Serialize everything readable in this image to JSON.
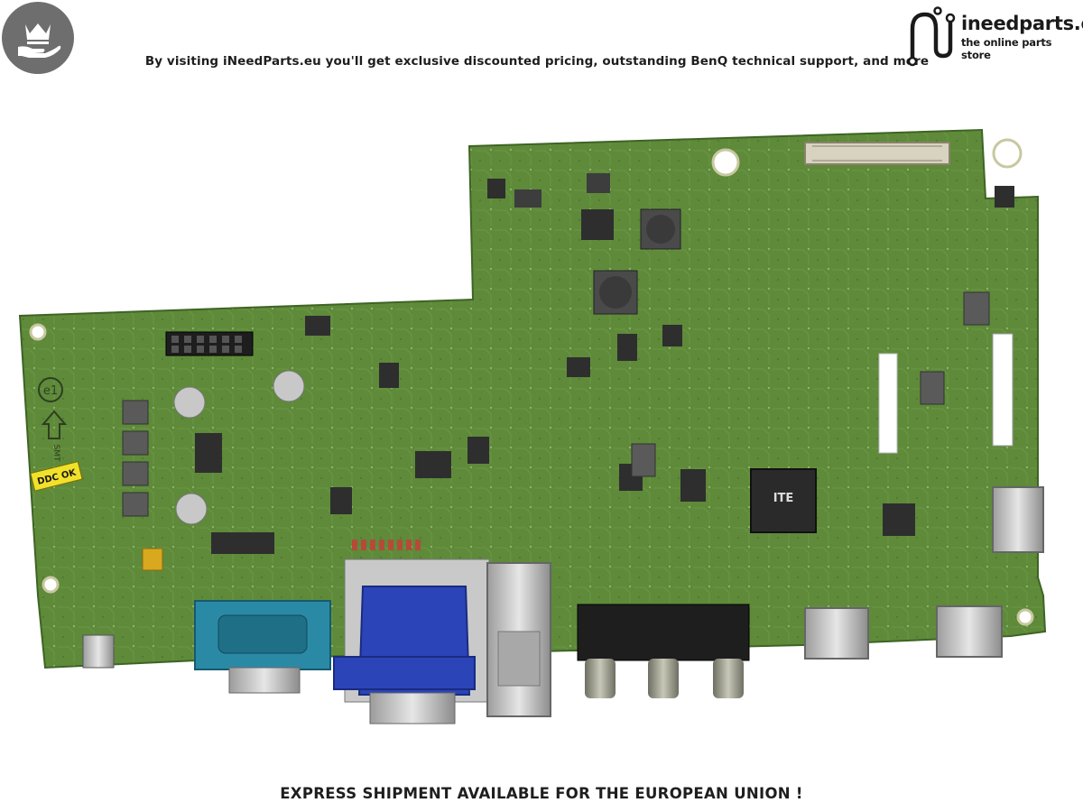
{
  "header": {
    "promo_text": "By visiting iNeedParts.eu you'll get exclusive discounted pricing, outstanding BenQ technical support, and more",
    "badge_icon": "crown-hand-icon"
  },
  "logo": {
    "brand": "ineedparts.eu",
    "tagline": "the online parts store",
    "icon": "circuit-n-logo-icon"
  },
  "board": {
    "icon": "pcb-mainboard-photo",
    "labels": {
      "ddc": "DDC OK",
      "e1": "e1",
      "smt": "SMT",
      "chip_brand": "ITE"
    }
  },
  "footer": {
    "text": "EXPRESS SHIPMENT AVAILABLE FOR THE EUROPEAN UNION !"
  },
  "colors": {
    "pcb_green": "#5e8a3a",
    "vga_blue": "#2b44b8",
    "rs232_teal": "#2a8aa6",
    "badge_gray": "#6e6e6e"
  }
}
